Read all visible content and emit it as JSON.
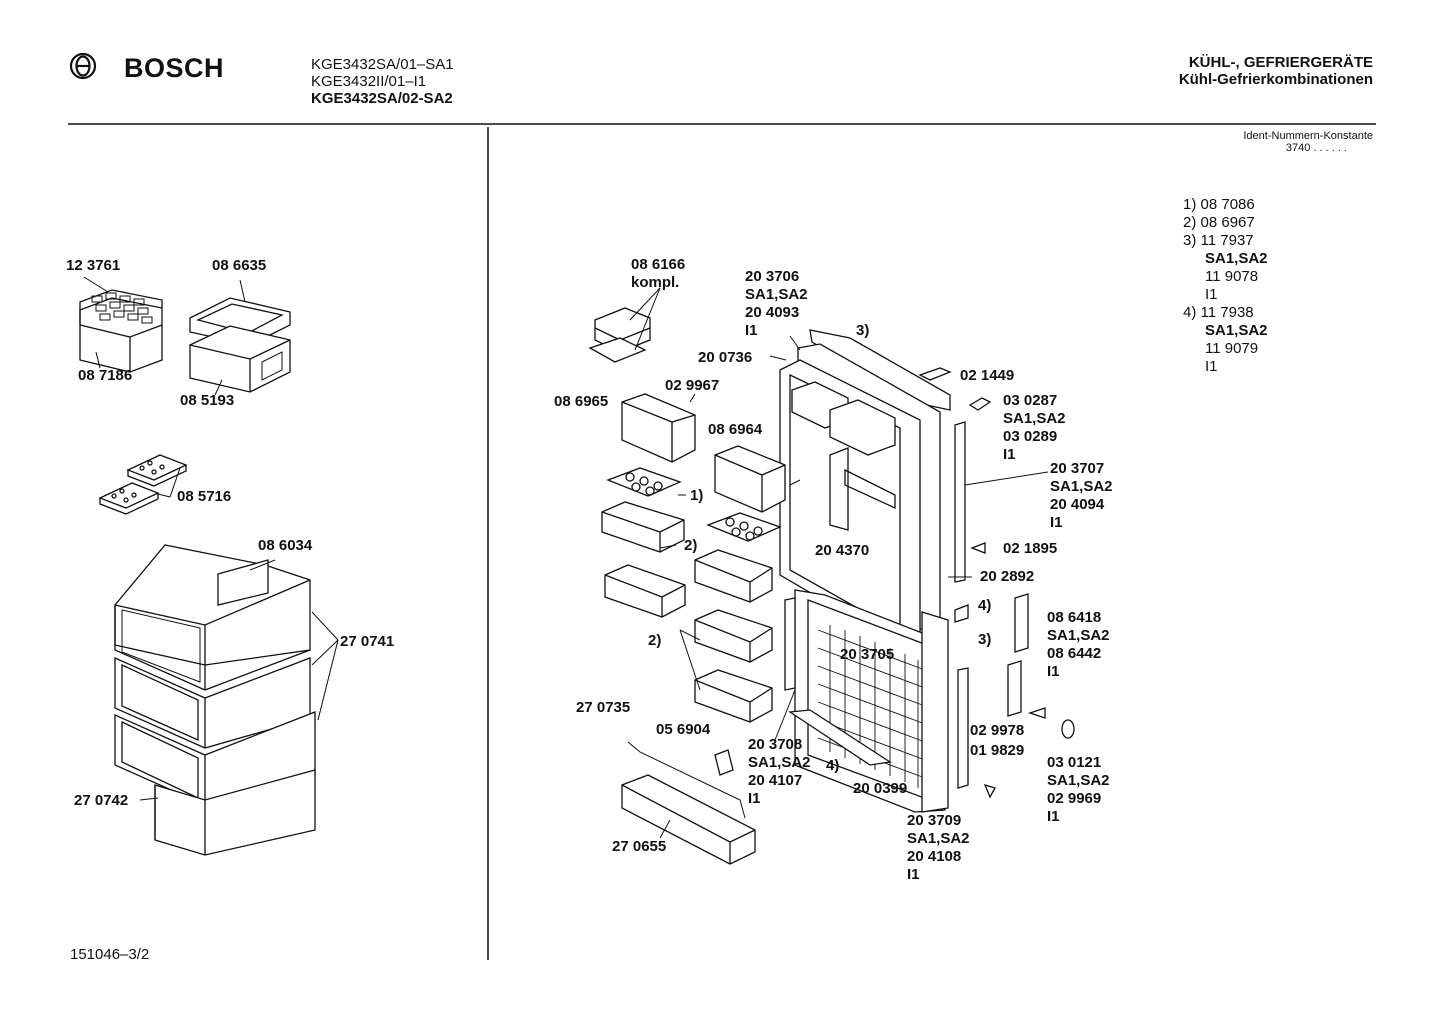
{
  "header": {
    "brand": "BOSCH",
    "models": [
      "KGE3432SA/01–SA1",
      "KGE3432II/01–I1",
      "KGE3432SA/02-SA2"
    ],
    "title_line1": "KÜHL-, GEFRIERGERÄTE",
    "title_line2": "Kühl-Gefrierkombinationen",
    "ident_label": "Ident-Nummern-Konstante",
    "ident_value": "3740  . .   . . . ."
  },
  "notes": [
    {
      "num": "1)",
      "lines": [
        "08 7086"
      ]
    },
    {
      "num": "2)",
      "lines": [
        "08 6967"
      ]
    },
    {
      "num": "3)",
      "lines": [
        "11 7937",
        "SA1,SA2",
        "11 9078",
        "I1"
      ]
    },
    {
      "num": "4)",
      "lines": [
        "11 7938",
        "SA1,SA2",
        "11 9079",
        "I1"
      ]
    }
  ],
  "left_parts": {
    "p123761": "12 3761",
    "p086635": "08 6635",
    "p087186": "08 7186",
    "p085193": "08 5193",
    "p085716": "08 5716",
    "p086034": "08 6034",
    "p270741": "27 0741",
    "p270742": "27 0742"
  },
  "right_parts": {
    "p086166": [
      "08 6166",
      "kompl."
    ],
    "p203706": [
      "20 3706",
      "SA1,SA2",
      "20 4093",
      "I1"
    ],
    "n3a": "3)",
    "p200736": "20 0736",
    "p021449": "02 1449",
    "p030287": [
      "03 0287",
      "SA1,SA2",
      "03 0289",
      "I1"
    ],
    "p029967": "02 9967",
    "p086965": "08 6965",
    "p086964": "08 6964",
    "n1": "1)",
    "p203707": [
      "20 3707",
      "SA1,SA2",
      "20 4094",
      "I1"
    ],
    "n2a": "2)",
    "p204370": "20 4370",
    "p021895": "02 1895",
    "p202892": "20 2892",
    "n4a": "4)",
    "n3b": "3)",
    "p086418": [
      "08 6418",
      "SA1,SA2",
      "08 6442",
      "I1"
    ],
    "n2b": "2)",
    "p203705": "20 3705",
    "p270735": "27 0735",
    "p056904": "05 6904",
    "p203708": [
      "20 3708",
      "SA1,SA2",
      "20 4107",
      "I1"
    ],
    "n4b": "4)",
    "p029978": "02 9978",
    "p019829": "01 9829",
    "p030121": [
      "03 0121",
      "SA1,SA2",
      "02 9969",
      "I1"
    ],
    "p200399": "20 0399",
    "p203709": [
      "20 3709",
      "SA1,SA2",
      "20 4108",
      "I1"
    ],
    "p270655": "27 0655"
  },
  "footer": {
    "doc_number": "151046–3/2"
  }
}
